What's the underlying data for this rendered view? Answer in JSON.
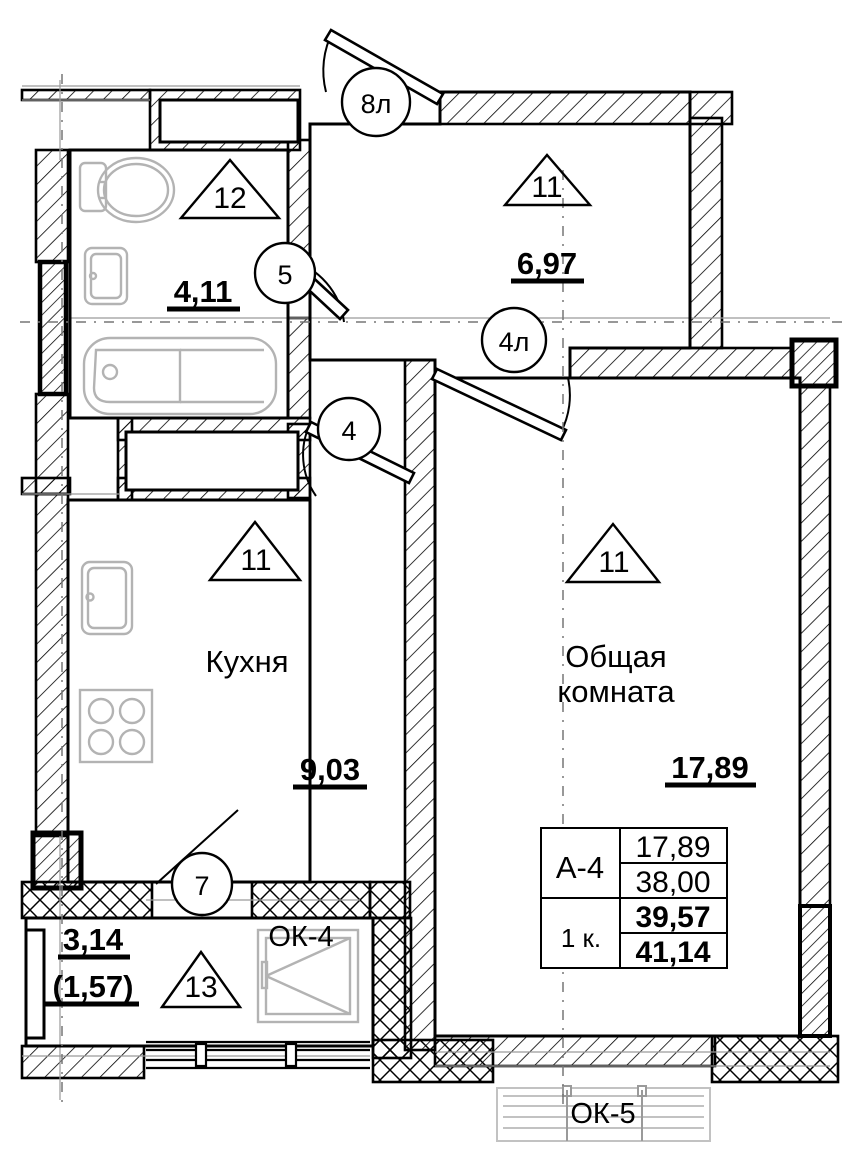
{
  "plan": {
    "type": "apartment-floor-plan",
    "apartment_code": "A-4",
    "rooms_label": "1 к.",
    "areas_table": {
      "code": "A-4",
      "rooms": "1 к.",
      "living_area": "17,89",
      "total_area_without_balcony": "38,00",
      "total_area_bold": "39,57",
      "total_area_with_balcony": "41,14"
    },
    "rooms": [
      {
        "id": "bathroom",
        "name": "",
        "area": "4,11",
        "height_marker": "12"
      },
      {
        "id": "hallway",
        "name": "",
        "area": "6,97",
        "height_marker": "11"
      },
      {
        "id": "kitchen",
        "name": "Кухня",
        "area": "9,03",
        "height_marker": "11"
      },
      {
        "id": "living-room",
        "name": "Общая комната",
        "area": "17,89",
        "height_marker": "11"
      },
      {
        "id": "balcony",
        "name": "",
        "area": "3,14",
        "area_reduced": "(1,57)",
        "height_marker": "13"
      }
    ],
    "door_callouts": [
      {
        "id": "door-8l",
        "label": "8л"
      },
      {
        "id": "door-5",
        "label": "5"
      },
      {
        "id": "door-4l",
        "label": "4л"
      },
      {
        "id": "door-4",
        "label": "4"
      },
      {
        "id": "door-7",
        "label": "7"
      }
    ],
    "window_labels": [
      {
        "id": "window-ok4",
        "label": "ОК-4"
      },
      {
        "id": "window-ok5",
        "label": "ОК-5"
      }
    ],
    "colors": {
      "line": "#000000",
      "fixture": "#b3b3b3",
      "thin": "#8c8c8c",
      "background": "#ffffff"
    }
  }
}
